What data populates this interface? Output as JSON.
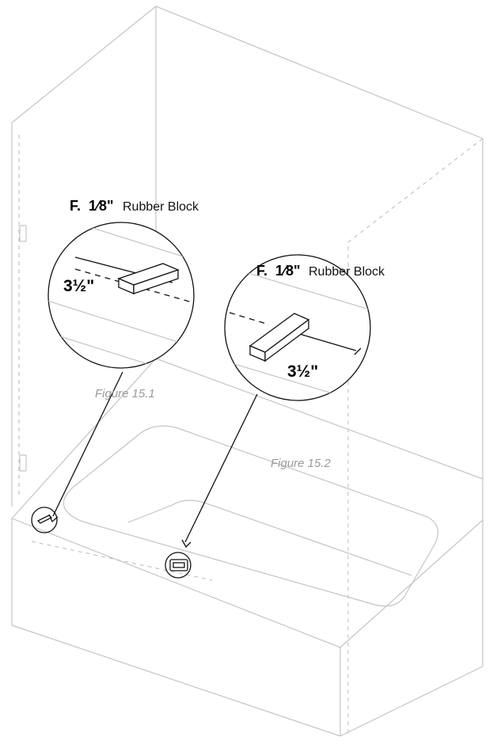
{
  "labels": {
    "left": {
      "letter": "F.",
      "size": "1⁄8\"",
      "text": "Rubber Block"
    },
    "right": {
      "letter": "F.",
      "size": "1⁄8\"",
      "text": "Rubber Block"
    }
  },
  "dimensions": {
    "left": "3½\"",
    "right": "3½\""
  },
  "figures": {
    "fig1": "Figure 15.1",
    "fig2": "Figure 15.2"
  }
}
